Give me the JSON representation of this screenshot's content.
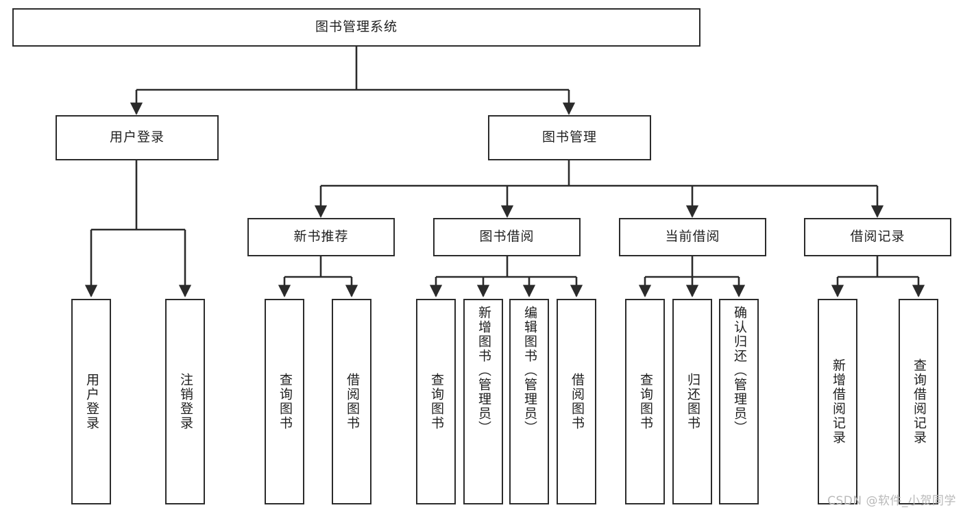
{
  "diagram": {
    "title": "图书管理系统",
    "type": "tree-structure-chart",
    "watermark": "CSDN @软件_小贺同学",
    "colors": {
      "stroke": "#2b2b2b",
      "fill": "#ffffff",
      "text": "#1f1f1f",
      "watermark": "#b9b9b9"
    },
    "root": {
      "label": "图书管理系统"
    },
    "level1": [
      {
        "label": "用户登录"
      },
      {
        "label": "图书管理"
      }
    ],
    "level2": [
      {
        "label": "新书推荐"
      },
      {
        "label": "图书借阅"
      },
      {
        "label": "当前借阅"
      },
      {
        "label": "借阅记录"
      }
    ],
    "leaves": {
      "user_login": [
        {
          "label": "用户登录"
        },
        {
          "label": "注销登录"
        }
      ],
      "new_book_recommend": [
        {
          "label": "查询图书"
        },
        {
          "label": "借阅图书"
        }
      ],
      "book_borrow": [
        {
          "label": "查询图书"
        },
        {
          "label": "新增图书（管理员）"
        },
        {
          "label": "编辑图书（管理员）"
        },
        {
          "label": "借阅图书"
        }
      ],
      "current_borrow": [
        {
          "label": "查询图书"
        },
        {
          "label": "归还图书"
        },
        {
          "label": "确认归还（管理员）"
        }
      ],
      "borrow_record": [
        {
          "label": "新增借阅记录"
        },
        {
          "label": "查询借阅记录"
        }
      ]
    }
  }
}
